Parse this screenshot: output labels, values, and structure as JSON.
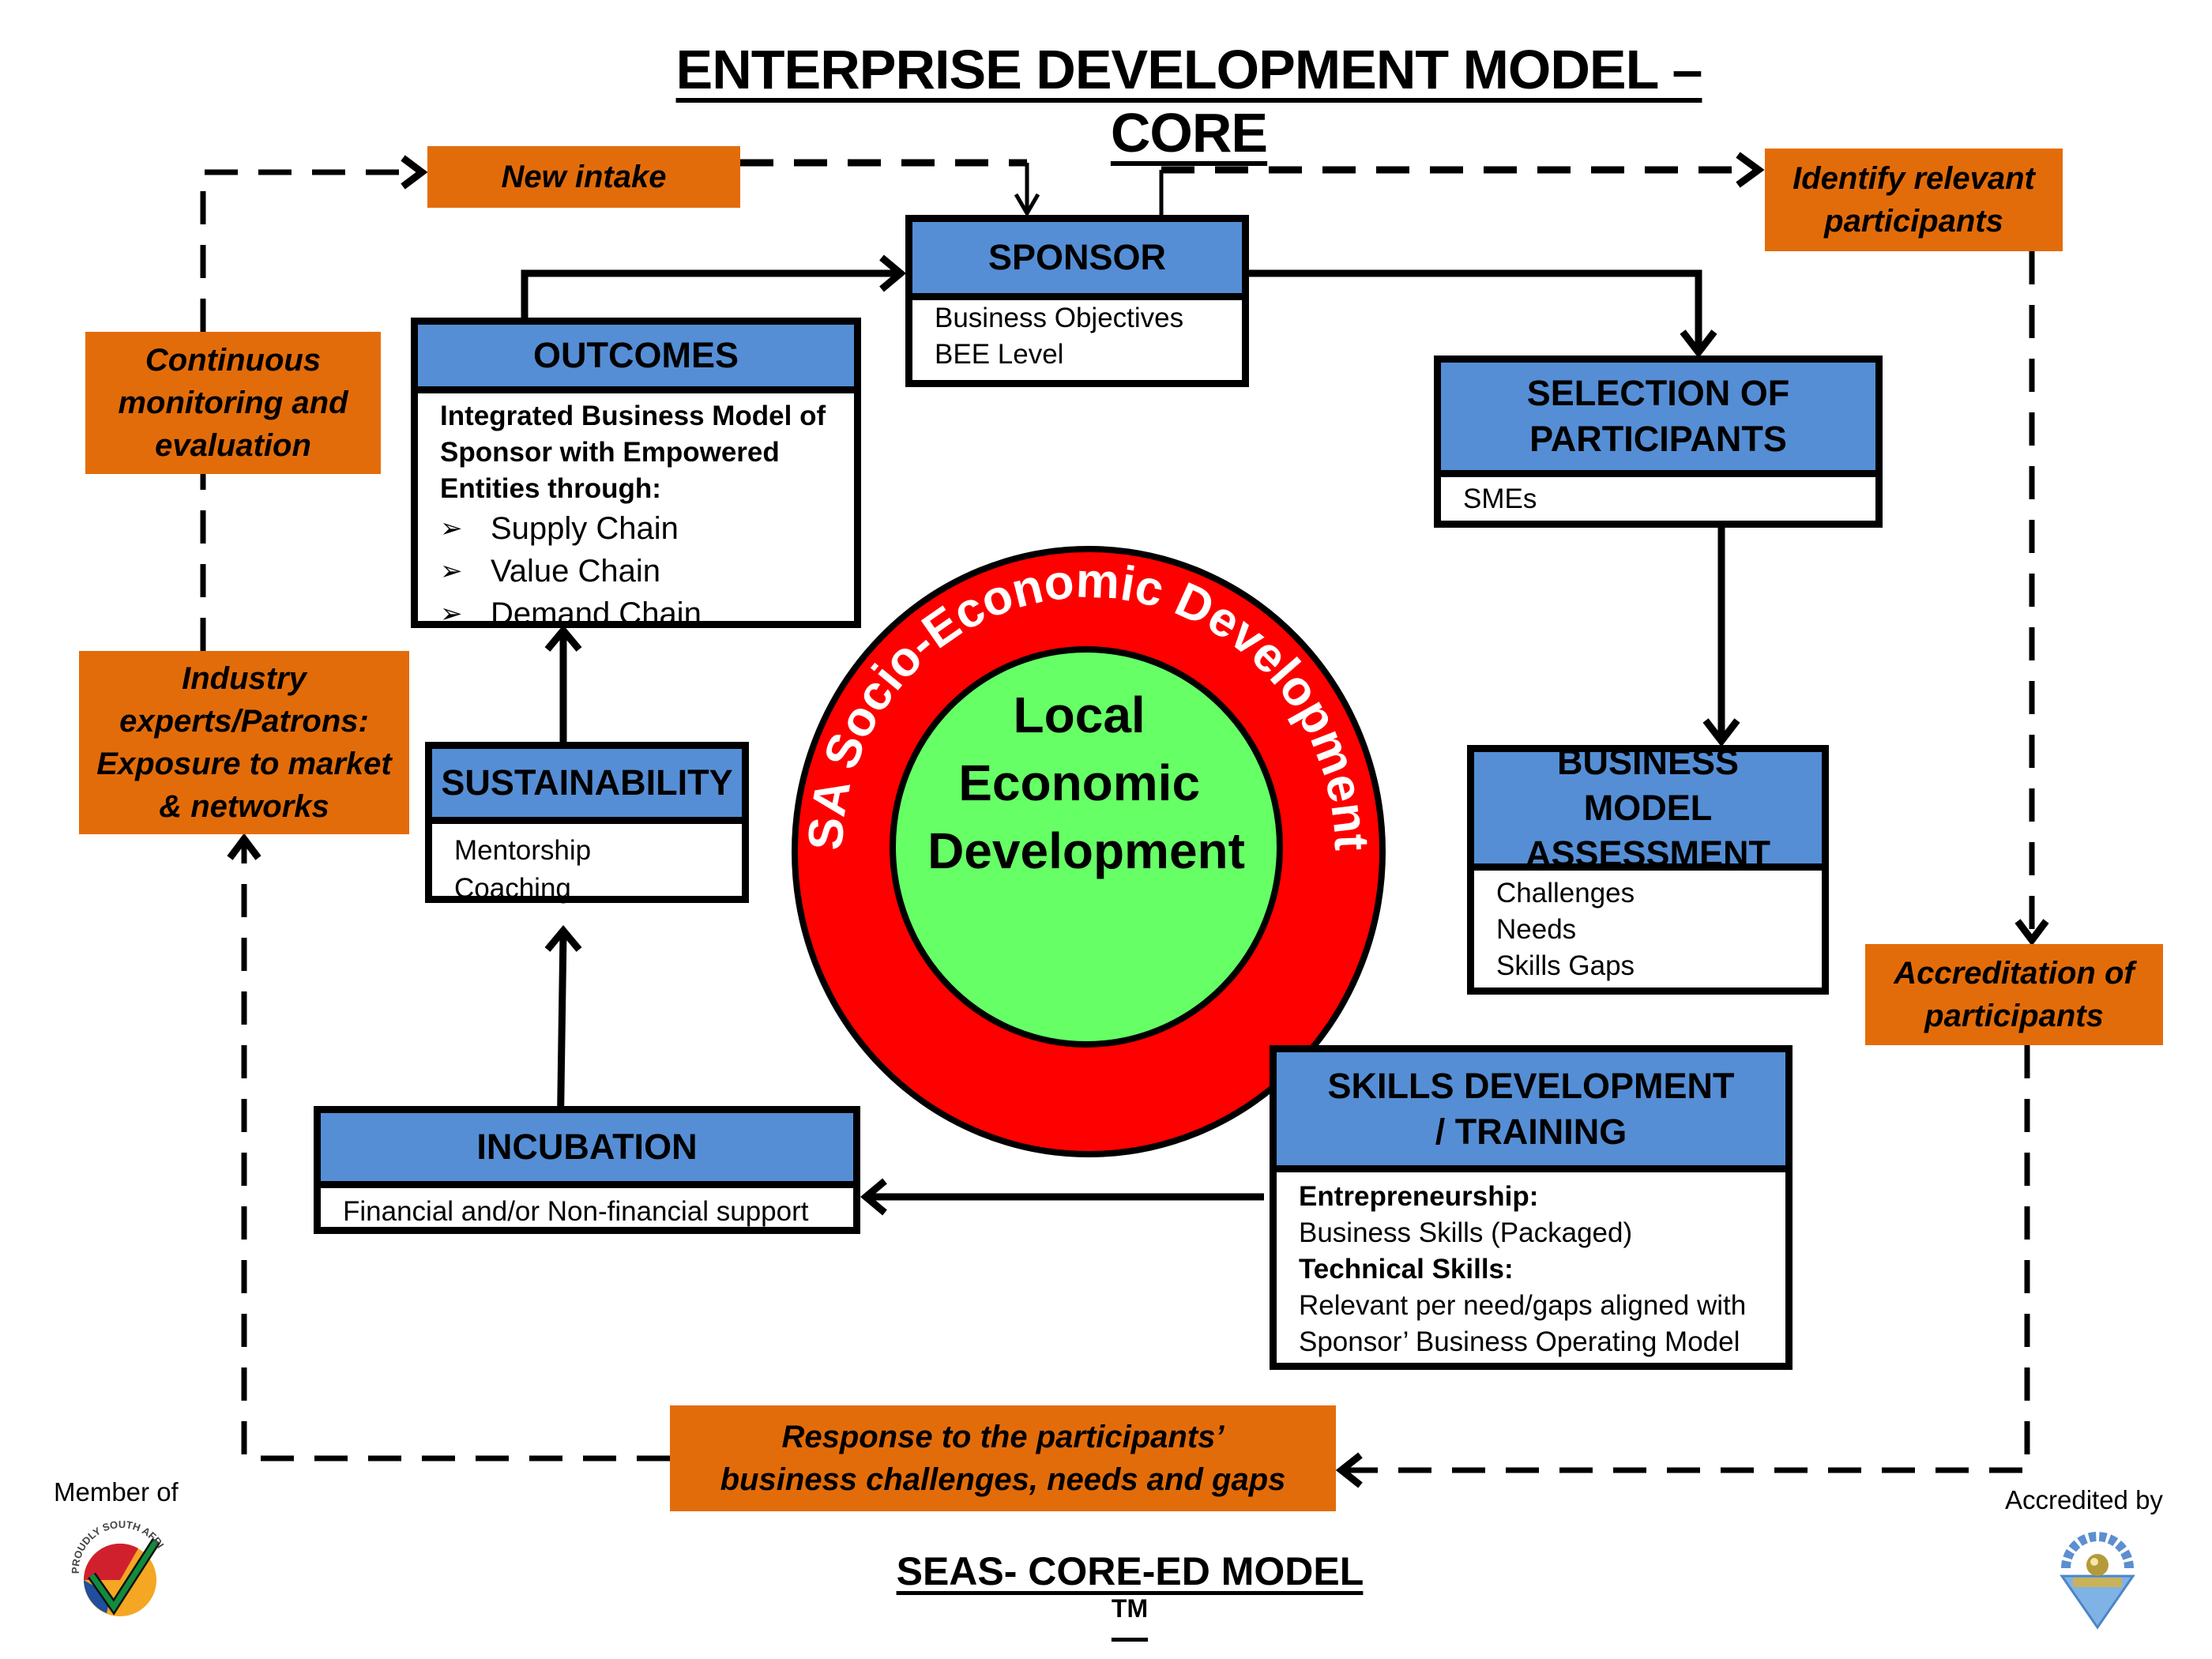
{
  "title": "ENTERPRISE DEVELOPMENT MODEL – CORE",
  "colors": {
    "process_header": "#558ED5",
    "feedback_box": "#E36C0A",
    "outer_ring": "#FF0000",
    "inner_circle": "#66FF66"
  },
  "process_boxes": {
    "sponsor": {
      "heading": "SPONSOR",
      "items": [
        "Business Objectives",
        "BEE Level"
      ]
    },
    "outcomes": {
      "heading": "OUTCOMES",
      "intro": "Integrated Business Model of Sponsor with Empowered Entities through:",
      "bullets": [
        "Supply Chain",
        "Value Chain",
        "Demand Chain"
      ]
    },
    "selection": {
      "heading": "SELECTION OF PARTICIPANTS",
      "items": [
        "SMEs"
      ]
    },
    "business_model": {
      "heading": "BUSINESS MODEL ASSESSMENT",
      "items": [
        "Challenges",
        "Needs",
        "Skills Gaps"
      ]
    },
    "sustainability": {
      "heading": "SUSTAINABILITY",
      "items": [
        "Mentorship",
        "Coaching"
      ]
    },
    "incubation": {
      "heading": "INCUBATION",
      "items": [
        "Financial and/or Non-financial support"
      ]
    },
    "skills": {
      "heading": "SKILLS DEVELOPMENT / TRAINING",
      "lines": [
        {
          "text": "Entrepreneurship:",
          "bold": true
        },
        {
          "text": "Business Skills (Packaged)",
          "bold": false
        },
        {
          "text": "Technical Skills:",
          "bold": true
        },
        {
          "text": "Relevant per need/gaps aligned with",
          "bold": false
        },
        {
          "text": "Sponsor’ Business Operating Model",
          "bold": false
        }
      ]
    }
  },
  "feedback_boxes": {
    "new_intake": "New intake",
    "identify": "Identify relevant participants",
    "continuous": "Continuous monitoring and evaluation",
    "industry": "Industry experts/Patrons: Exposure to market & networks",
    "accreditation": "Accreditation of participants",
    "response": "Response to the participants’  business challenges, needs and gaps"
  },
  "center": {
    "outer_label": "SA Socio-Economic Development",
    "inner_label_lines": [
      "Local",
      "Economic",
      "Development"
    ]
  },
  "footer": {
    "member_label": "Member of",
    "member_logo": "Proudly South African",
    "accredited_label": "Accredited by",
    "accredited_logo": "Services SETA",
    "model_name": "SEAS- CORE-ED MODEL",
    "trademark": "TM"
  }
}
